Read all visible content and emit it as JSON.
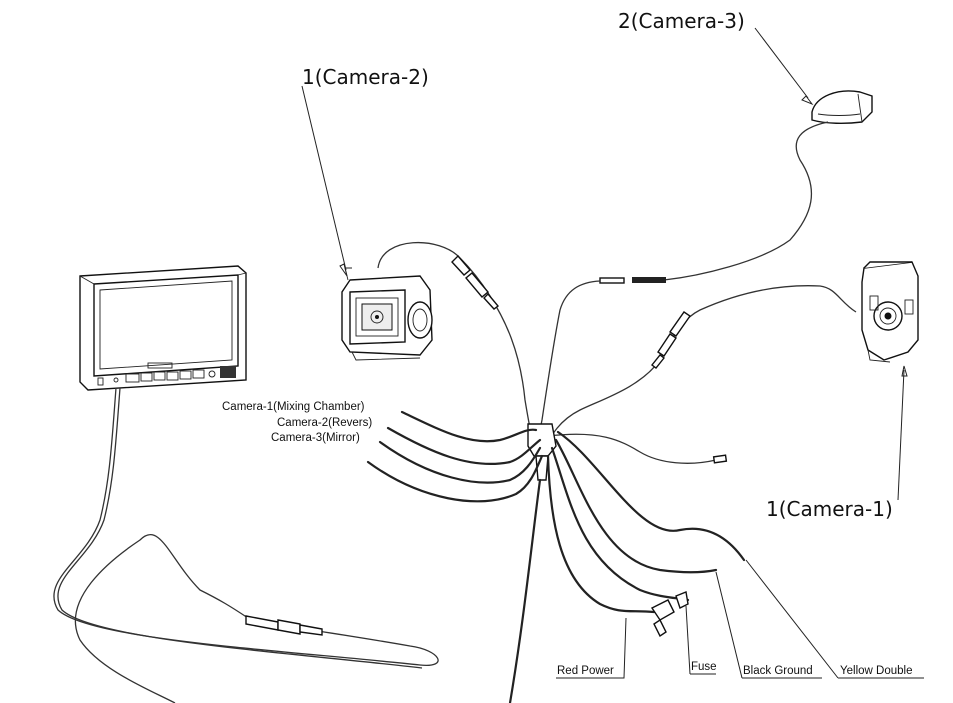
{
  "callouts": {
    "camera3": "2(Camera-3)",
    "camera2": "1(Camera-2)",
    "camera1": "1(Camera-1)"
  },
  "cable_labels": {
    "cam1": "Camera-1(Mixing Chamber)",
    "cam2": "Camera-2(Revers)",
    "cam3": "Camera-3(Mirror)"
  },
  "bottom_labels": {
    "red_power": "Red Power",
    "fuse": "Fuse",
    "black_ground": "Black Ground",
    "yellow_double": "Yellow Double"
  }
}
